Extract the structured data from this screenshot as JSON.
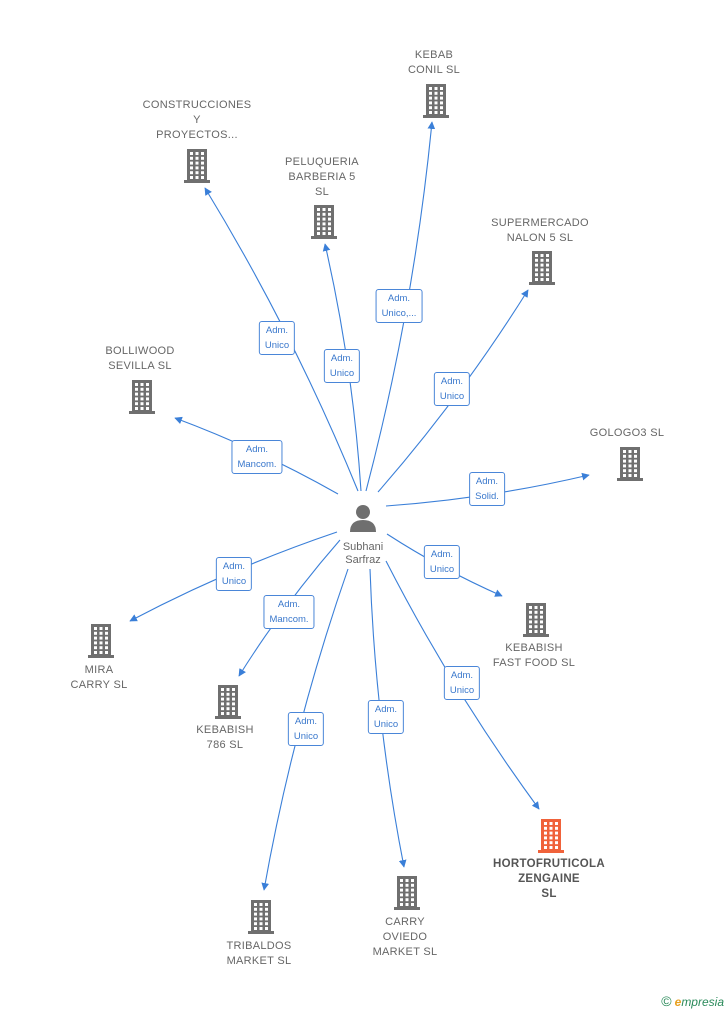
{
  "colors": {
    "edge": "#3a7fd8",
    "building": "#6f6f6f",
    "highlight": "#f0623a",
    "person": "#6f6f6f"
  },
  "center": {
    "name": "Subhani\nSarfraz",
    "icon": "person-icon"
  },
  "nodes": [
    {
      "id": "construcciones",
      "label": "CONSTRUCCIONES\nY\nPROYECTOS...",
      "icon": "building-icon"
    },
    {
      "id": "kebab-conil",
      "label": "KEBAB\nCONIL SL",
      "icon": "building-icon"
    },
    {
      "id": "peluqueria",
      "label": "PELUQUERIA\nBARBERIA 5\nSL",
      "icon": "building-icon"
    },
    {
      "id": "supermercado",
      "label": "SUPERMERCADO\nNALON 5  SL",
      "icon": "building-icon"
    },
    {
      "id": "bolliwood",
      "label": "BOLLIWOOD\nSEVILLA  SL",
      "icon": "building-icon"
    },
    {
      "id": "gologo3",
      "label": "GOLOGO3  SL",
      "icon": "building-icon"
    },
    {
      "id": "kebabish-fast",
      "label": "KEBABISH\nFAST FOOD SL",
      "icon": "building-icon"
    },
    {
      "id": "mira-carry",
      "label": "MIRA\nCARRY  SL",
      "icon": "building-icon"
    },
    {
      "id": "kebabish-786",
      "label": "KEBABISH\n786 SL",
      "icon": "building-icon"
    },
    {
      "id": "hortofruticola",
      "label": "HORTOFRUTICOLA\nZENGAINE\nSL",
      "icon": "building-icon",
      "highlight": true
    },
    {
      "id": "tribaldos",
      "label": "TRIBALDOS\nMARKET  SL",
      "icon": "building-icon"
    },
    {
      "id": "carry-oviedo",
      "label": "CARRY\nOVIEDO\nMARKET  SL",
      "icon": "building-icon"
    }
  ],
  "edges": [
    {
      "to": "construcciones",
      "label": "Adm.\nUnico"
    },
    {
      "to": "kebab-conil",
      "label": "Adm.\nUnico,..."
    },
    {
      "to": "peluqueria",
      "label": "Adm.\nUnico"
    },
    {
      "to": "supermercado",
      "label": "Adm.\nUnico"
    },
    {
      "to": "bolliwood",
      "label": "Adm.\nMancom."
    },
    {
      "to": "gologo3",
      "label": "Adm.\nSolid."
    },
    {
      "to": "kebabish-fast",
      "label": "Adm.\nUnico"
    },
    {
      "to": "mira-carry",
      "label": "Adm.\nUnico"
    },
    {
      "to": "kebabish-786",
      "label": "Adm.\nMancom."
    },
    {
      "to": "hortofruticola",
      "label": "Adm.\nUnico"
    },
    {
      "to": "tribaldos",
      "label": "Adm.\nUnico"
    },
    {
      "to": "carry-oviedo",
      "label": "Adm.\nUnico"
    }
  ],
  "brand": {
    "copyright": "©",
    "initial": "e",
    "name": "mpresia"
  }
}
